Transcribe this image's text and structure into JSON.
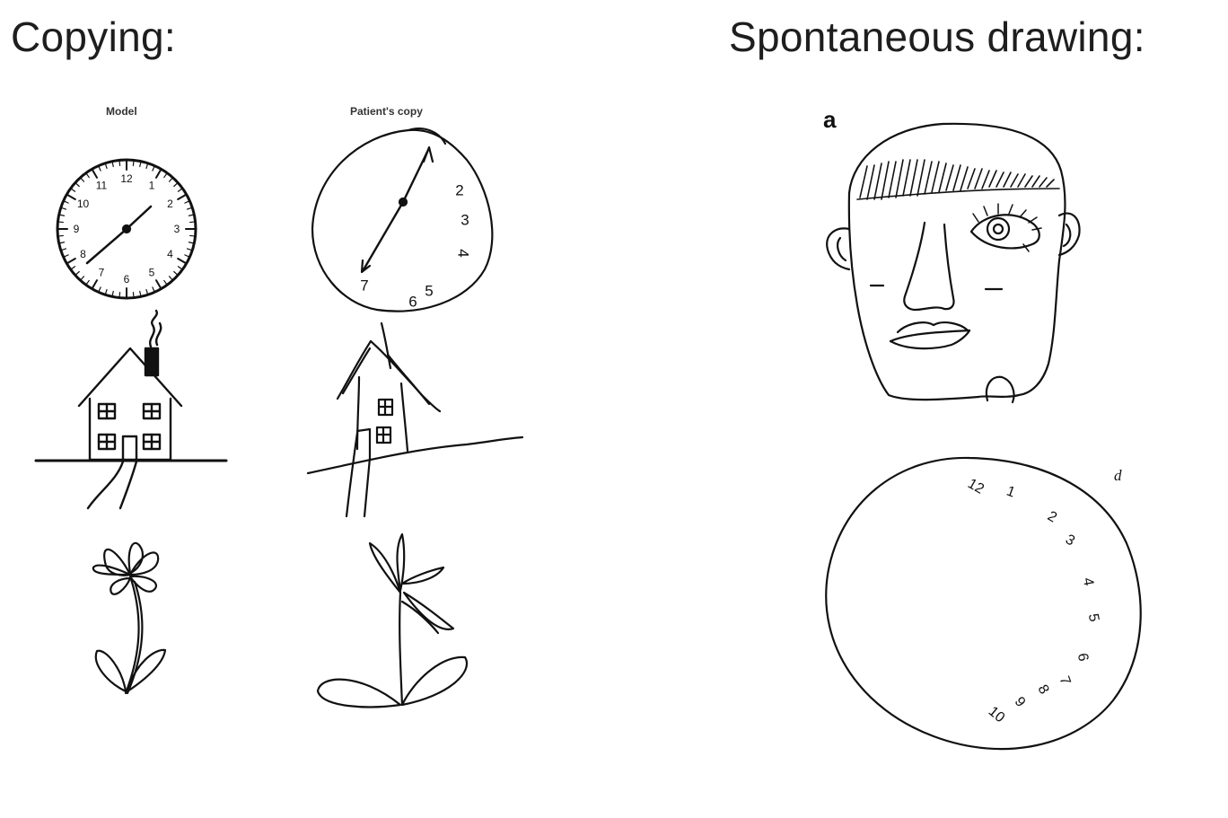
{
  "headings": {
    "copying": "Copying:",
    "spontaneous": "Spontaneous drawing:"
  },
  "columns": {
    "model": "Model",
    "patient_copy": "Patient's copy"
  },
  "panels": {
    "face_label": "a",
    "clock_label": "d"
  },
  "model_clock_numbers": [
    "12",
    "1",
    "2",
    "3",
    "4",
    "5",
    "6",
    "7",
    "8",
    "9",
    "10",
    "11"
  ],
  "patient_clock_numbers": [
    "2",
    "3",
    "4",
    "6",
    "5",
    "7"
  ],
  "spontaneous_clock_numbers": [
    "12",
    "1",
    "2",
    "3",
    "4",
    "5",
    "6",
    "7",
    "8",
    "9",
    "10"
  ]
}
